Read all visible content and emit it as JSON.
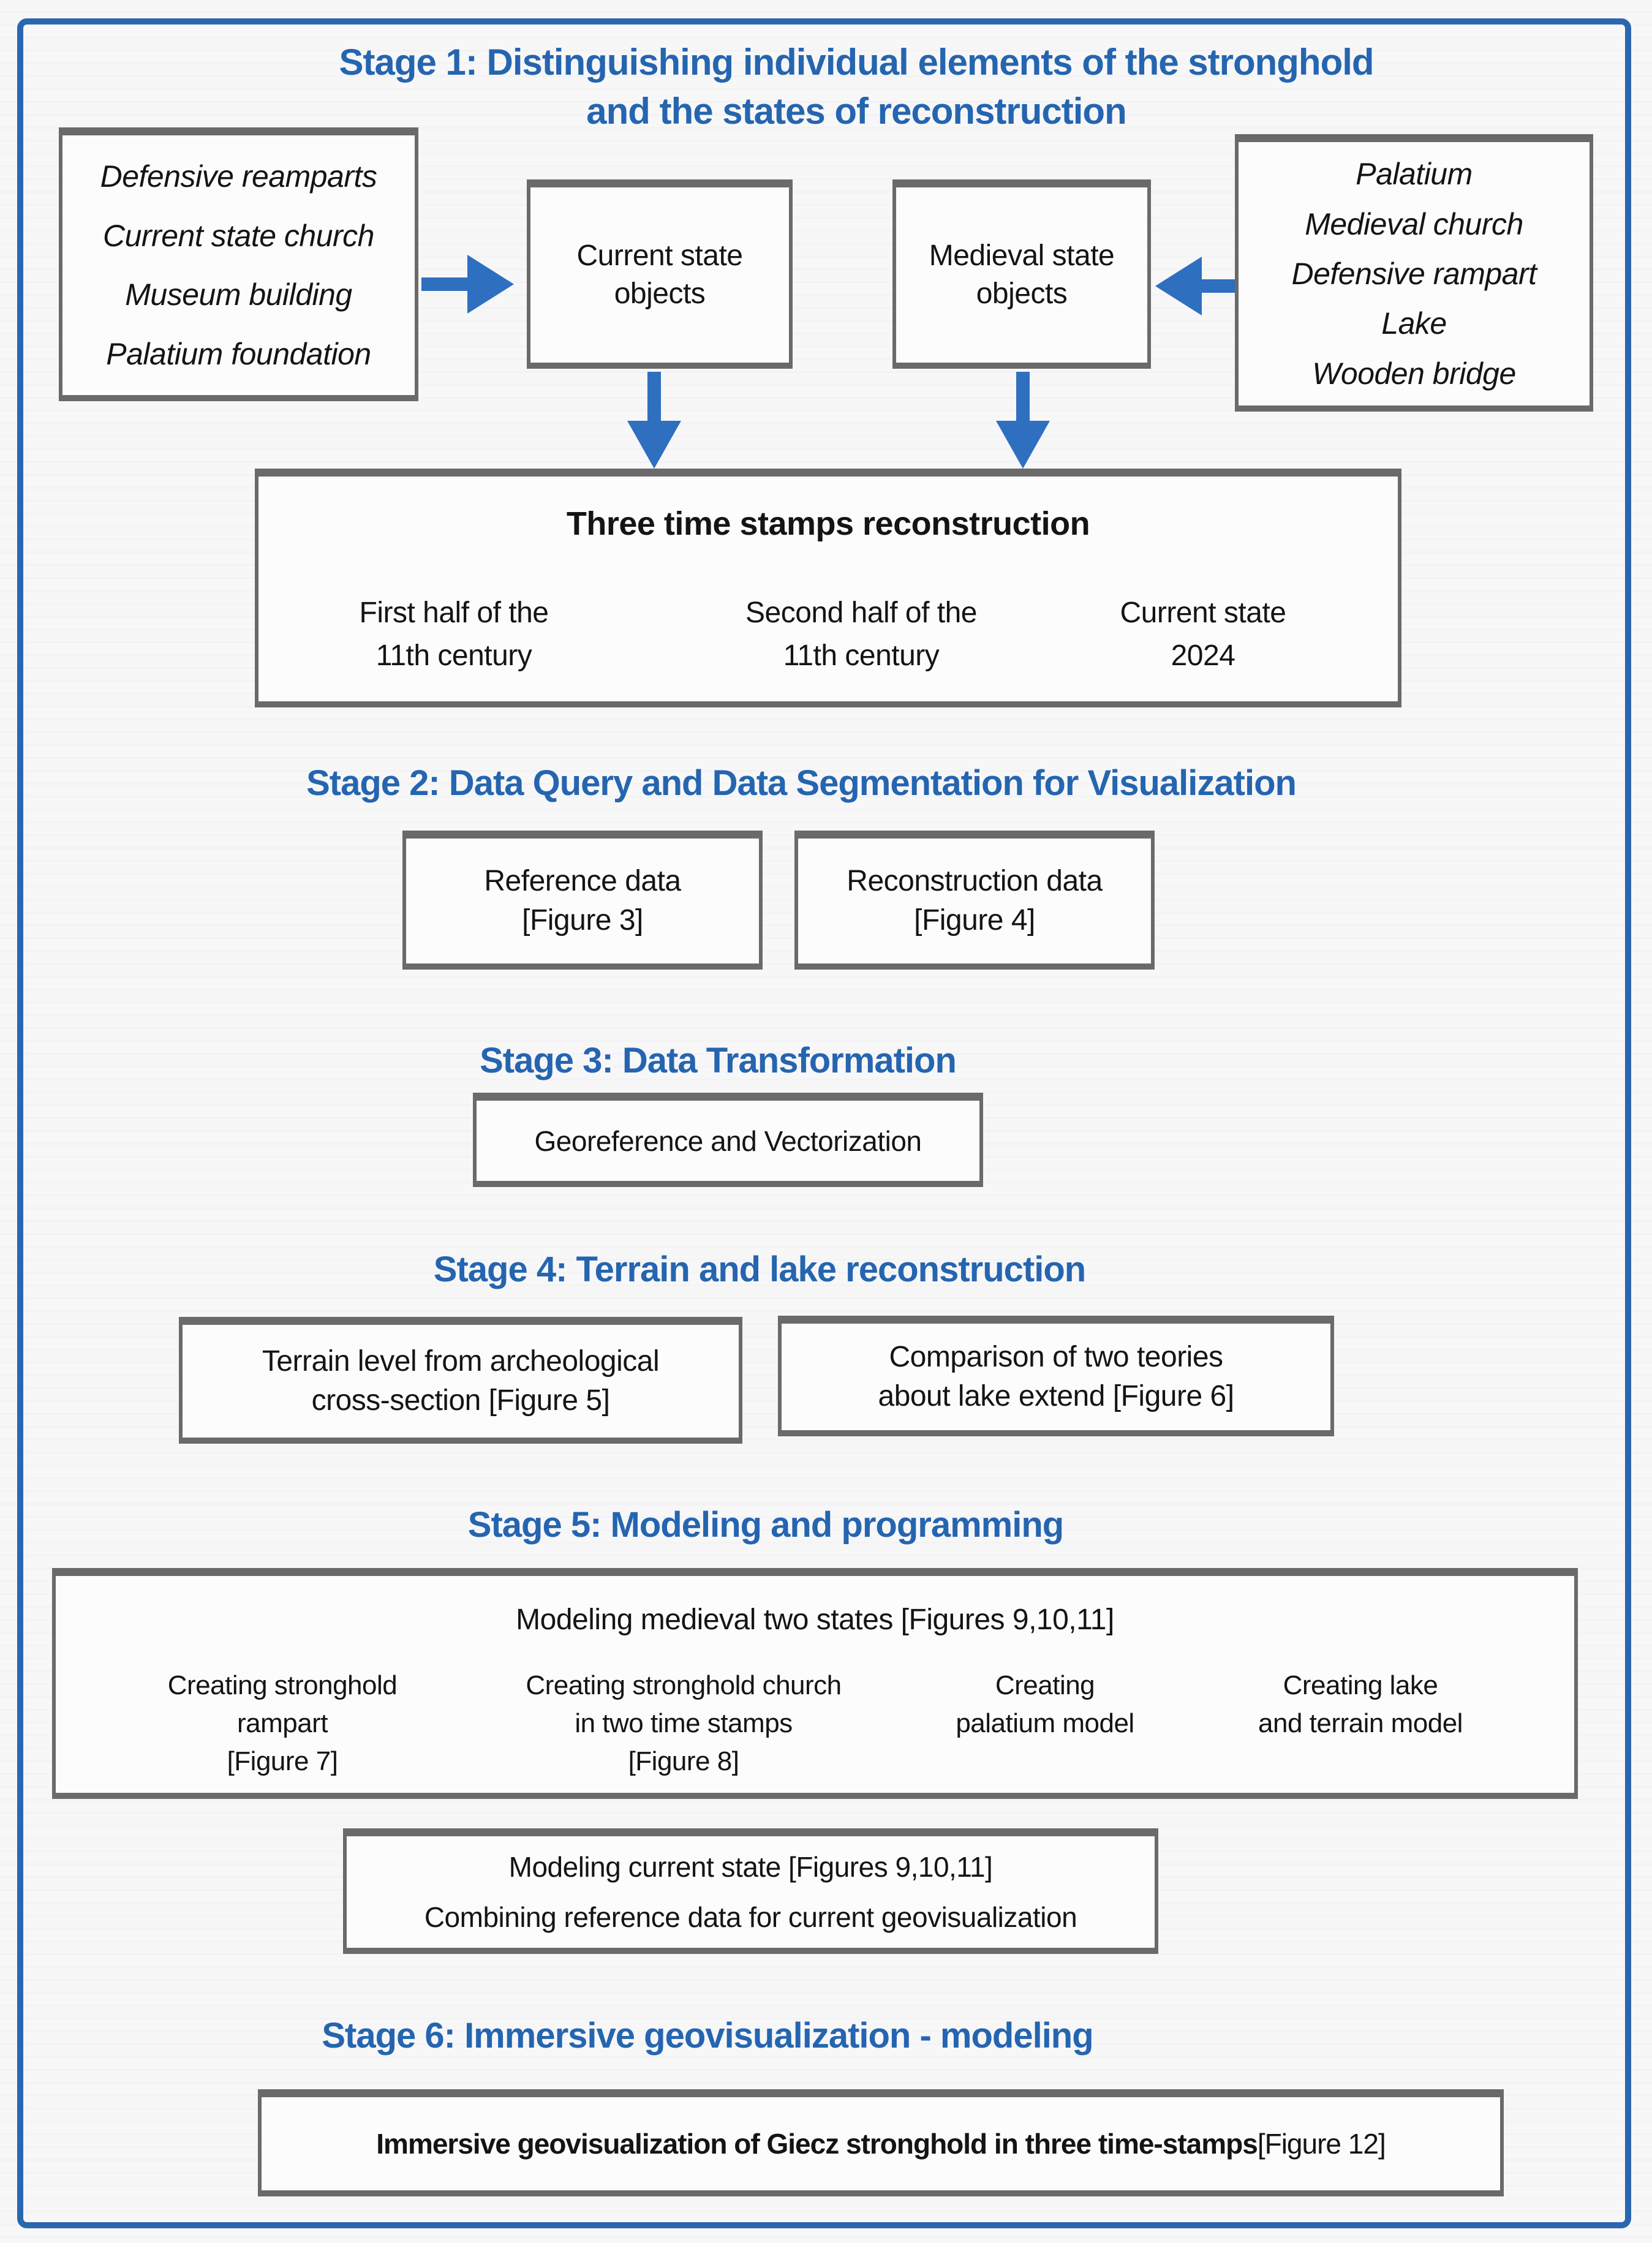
{
  "stage1": {
    "title_line1": "Stage 1: Distinguishing individual elements of the stronghold",
    "title_line2": "and the states of reconstruction",
    "left_box_items": [
      "Defensive reamparts",
      "Current state church",
      "Museum building",
      "Palatium foundation"
    ],
    "current_box_lines": [
      "Current state",
      "objects"
    ],
    "medieval_box_lines": [
      "Medieval state",
      "objects"
    ],
    "right_box_items": [
      "Palatium",
      "Medieval church",
      "Defensive rampart",
      "Lake",
      "Wooden bridge"
    ],
    "timestamps": {
      "title": "Three time stamps reconstruction",
      "col1": [
        "First half of the",
        "11th century"
      ],
      "col2": [
        "Second half of the",
        "11th century"
      ],
      "col3": [
        "Current state",
        "2024"
      ]
    }
  },
  "stage2": {
    "title": "Stage 2: Data Query and Data Segmentation for Visualization",
    "box1": [
      "Reference data",
      "[Figure 3]"
    ],
    "box2": [
      "Reconstruction data",
      "[Figure 4]"
    ]
  },
  "stage3": {
    "title": "Stage 3: Data Transformation",
    "box": "Georeference and Vectorization"
  },
  "stage4": {
    "title": "Stage 4: Terrain and lake reconstruction",
    "box1": [
      "Terrain level from archeological",
      "cross-section [Figure 5]"
    ],
    "box2": [
      "Comparison of two teories",
      "about lake extend [Figure 6]"
    ]
  },
  "stage5": {
    "title": "Stage 5: Modeling and programming",
    "big_box_heading": "Modeling medieval two states [Figures 9,10,11]",
    "col1": [
      "Creating stronghold",
      "rampart",
      "[Figure 7]"
    ],
    "col2": [
      "Creating stronghold church",
      "in two time stamps",
      "[Figure 8]"
    ],
    "col3": [
      "Creating",
      "palatium model"
    ],
    "col4": [
      "Creating lake",
      "and terrain model"
    ],
    "current_box": [
      "Modeling current state [Figures 9,10,11]",
      "Combining reference data for current geovisualization"
    ]
  },
  "stage6": {
    "title": "Stage 6: Immersive geovisualization - modeling",
    "box_bold": "Immersive geovisualization of Giecz stronghold in three time-stamps",
    "box_suffix": " [Figure 12]"
  },
  "colors": {
    "accent_blue": "#2565b0",
    "arrow_blue": "#2e6fc0",
    "outer_border_blue": "#2b67b0",
    "box_border_gray": "#6a6a6a"
  }
}
